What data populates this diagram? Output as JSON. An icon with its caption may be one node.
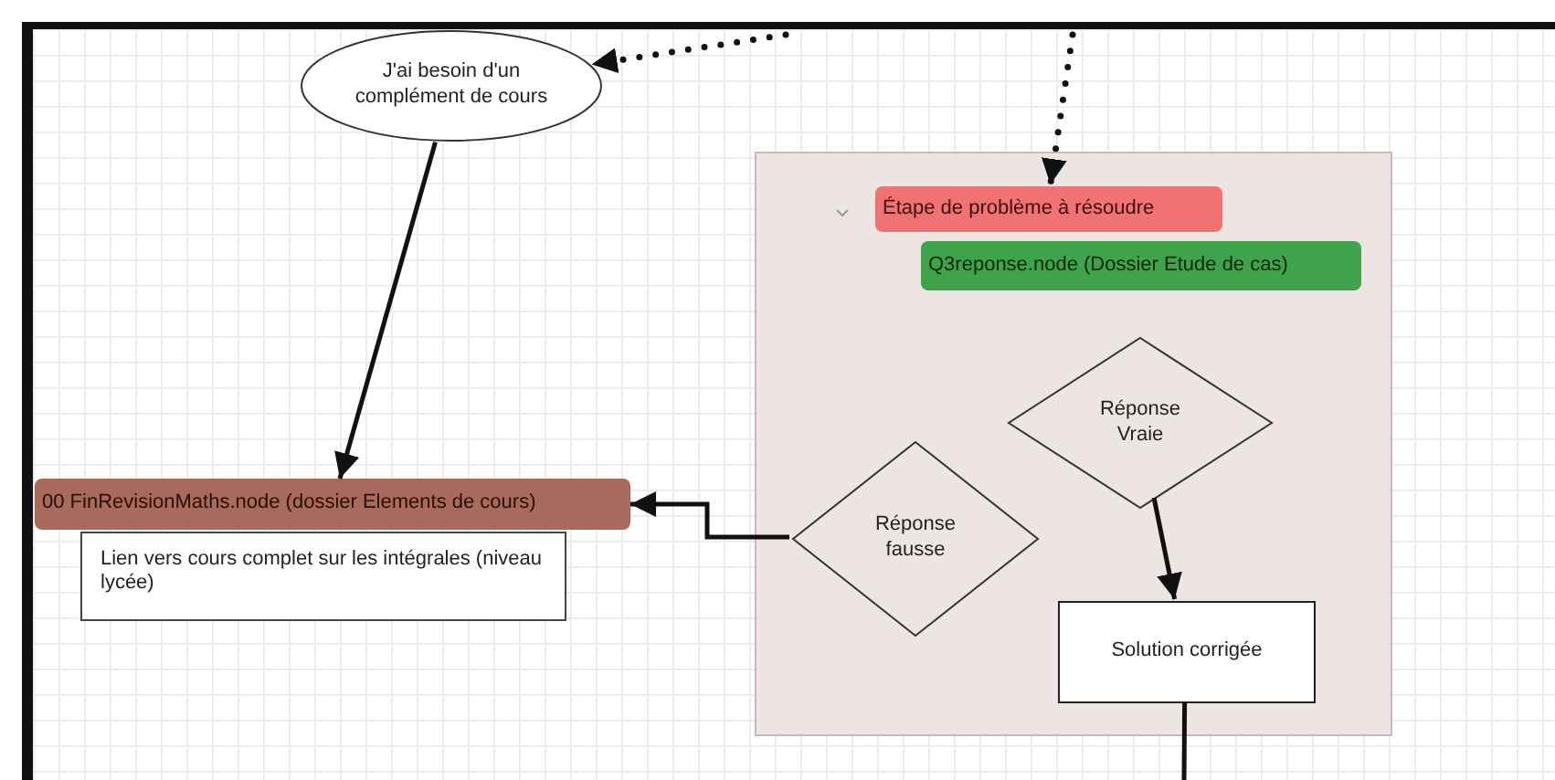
{
  "diagram": {
    "nodes": [
      {
        "text": [
          "J'ai besoin d'un complément de cours"
        ]
      },
      {
        "text": [],
        "shape": "box"
      },
      {
        "text": [
          "Étape de problème à résoudre"
        ],
        "in": 1
      },
      {
        "text": [
          "Q3reponse.node (Dossier Etude de cas)"
        ],
        "in": 1
      },
      {
        "text": [
          "Réponse Vraie"
        ],
        "in": 1
      },
      {
        "text": [
          "Réponse fausse"
        ],
        "in": 1
      },
      {
        "text": [
          "Solution corrigée"
        ],
        "in": 1
      },
      {
        "text": [
          "00 FinRevisionMaths.node  (dossier Elements de cours)"
        ]
      },
      {
        "text": [
          "Lien vers cours complet sur les intégrales (niveau lycée)"
        ]
      }
    ],
    "edges": [
      {
        "from": null,
        "to": 0,
        "arrow": "to",
        "style": "dashed"
      },
      {
        "from": null,
        "to": 2,
        "arrow": "to",
        "style": "dashed"
      },
      {
        "from": 0,
        "to": 7,
        "arrow": "to"
      },
      {
        "from": 5,
        "to": 7,
        "arrow": "to"
      },
      {
        "from": 4,
        "to": 6,
        "arrow": "to"
      },
      {
        "from": 6,
        "to": null,
        "arrow": "none"
      }
    ]
  }
}
